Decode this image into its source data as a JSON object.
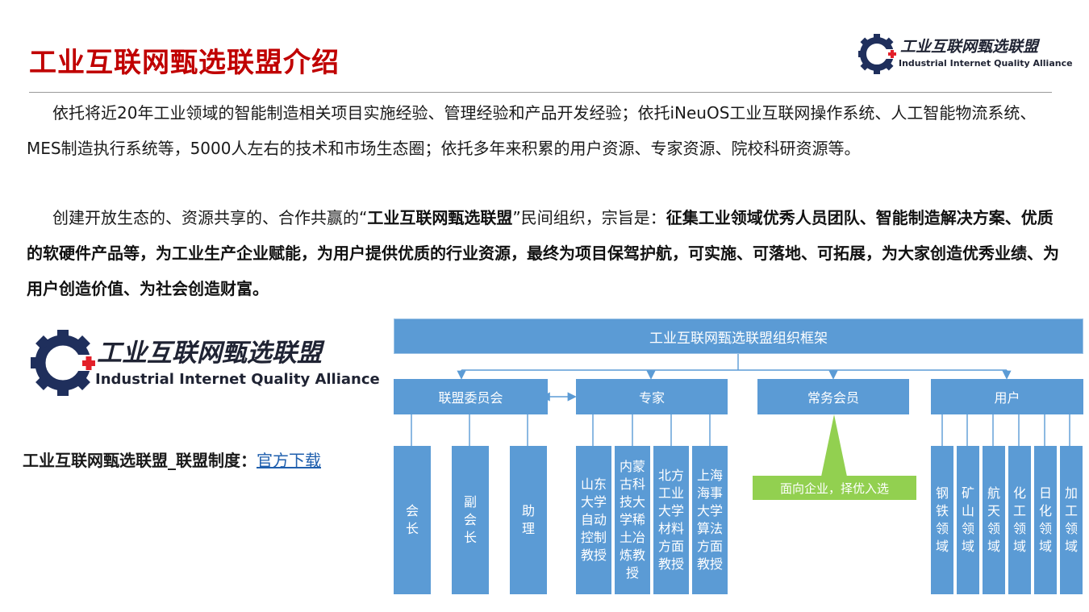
{
  "page": {
    "title": "工业互联网甄选联盟介绍"
  },
  "logo": {
    "name_cn": "工业互联网甄选联盟",
    "name_en": "Industrial Internet Quality Alliance"
  },
  "intro": {
    "p1": "依托将近20年工业领域的智能制造相关项目实施经验、管理经验和产品开发经验；依托iNeuOS工业互联网操作系统、人工智能物流系统、MES制造执行系统等，5000人左右的技术和市场生态圈；依托多年来积累的用户资源、专家资源、院校科研资源等。",
    "p2_lead": "创建开放生态的、资源共享的、合作共赢的“",
    "p2_name": "工业互联网甄选联盟",
    "p2_mid": "”民间组织，宗旨是：",
    "p2_purpose": "征集工业领域优秀人员团队、智能制造解决方案、优质的软硬件产品等，为工业生产企业赋能，为用户提供优质的行业资源，最终为项目保驾护航，可实施、可落地、可拓展，为大家创造优秀业绩、为用户创造价值、为社会创造财富。"
  },
  "download": {
    "label": "工业互联网甄选联盟_联盟制度：",
    "link_text": "官方下载"
  },
  "org_chart": {
    "title": "工业互联网甄选联盟组织框架",
    "committee": {
      "label": "联盟委员会",
      "members": [
        "会长",
        "副会长",
        "助理"
      ]
    },
    "experts": {
      "label": "专家",
      "members": [
        "山东大学自动控制教授",
        "内蒙古科技大学稀土冶炼教授",
        "北方工业大学材料方面教授",
        "上海海事大学算法方面教授"
      ]
    },
    "standing": {
      "label": "常务会员",
      "note": "面向企业，择优入选"
    },
    "users": {
      "label": "用户",
      "members": [
        "钢铁领域",
        "矿山领域",
        "航天领域",
        "化工领域",
        "日化领域",
        "加工领域"
      ]
    },
    "colors": {
      "box": "#5b9bd5",
      "note": "#92d050",
      "title": "#c00000"
    }
  }
}
